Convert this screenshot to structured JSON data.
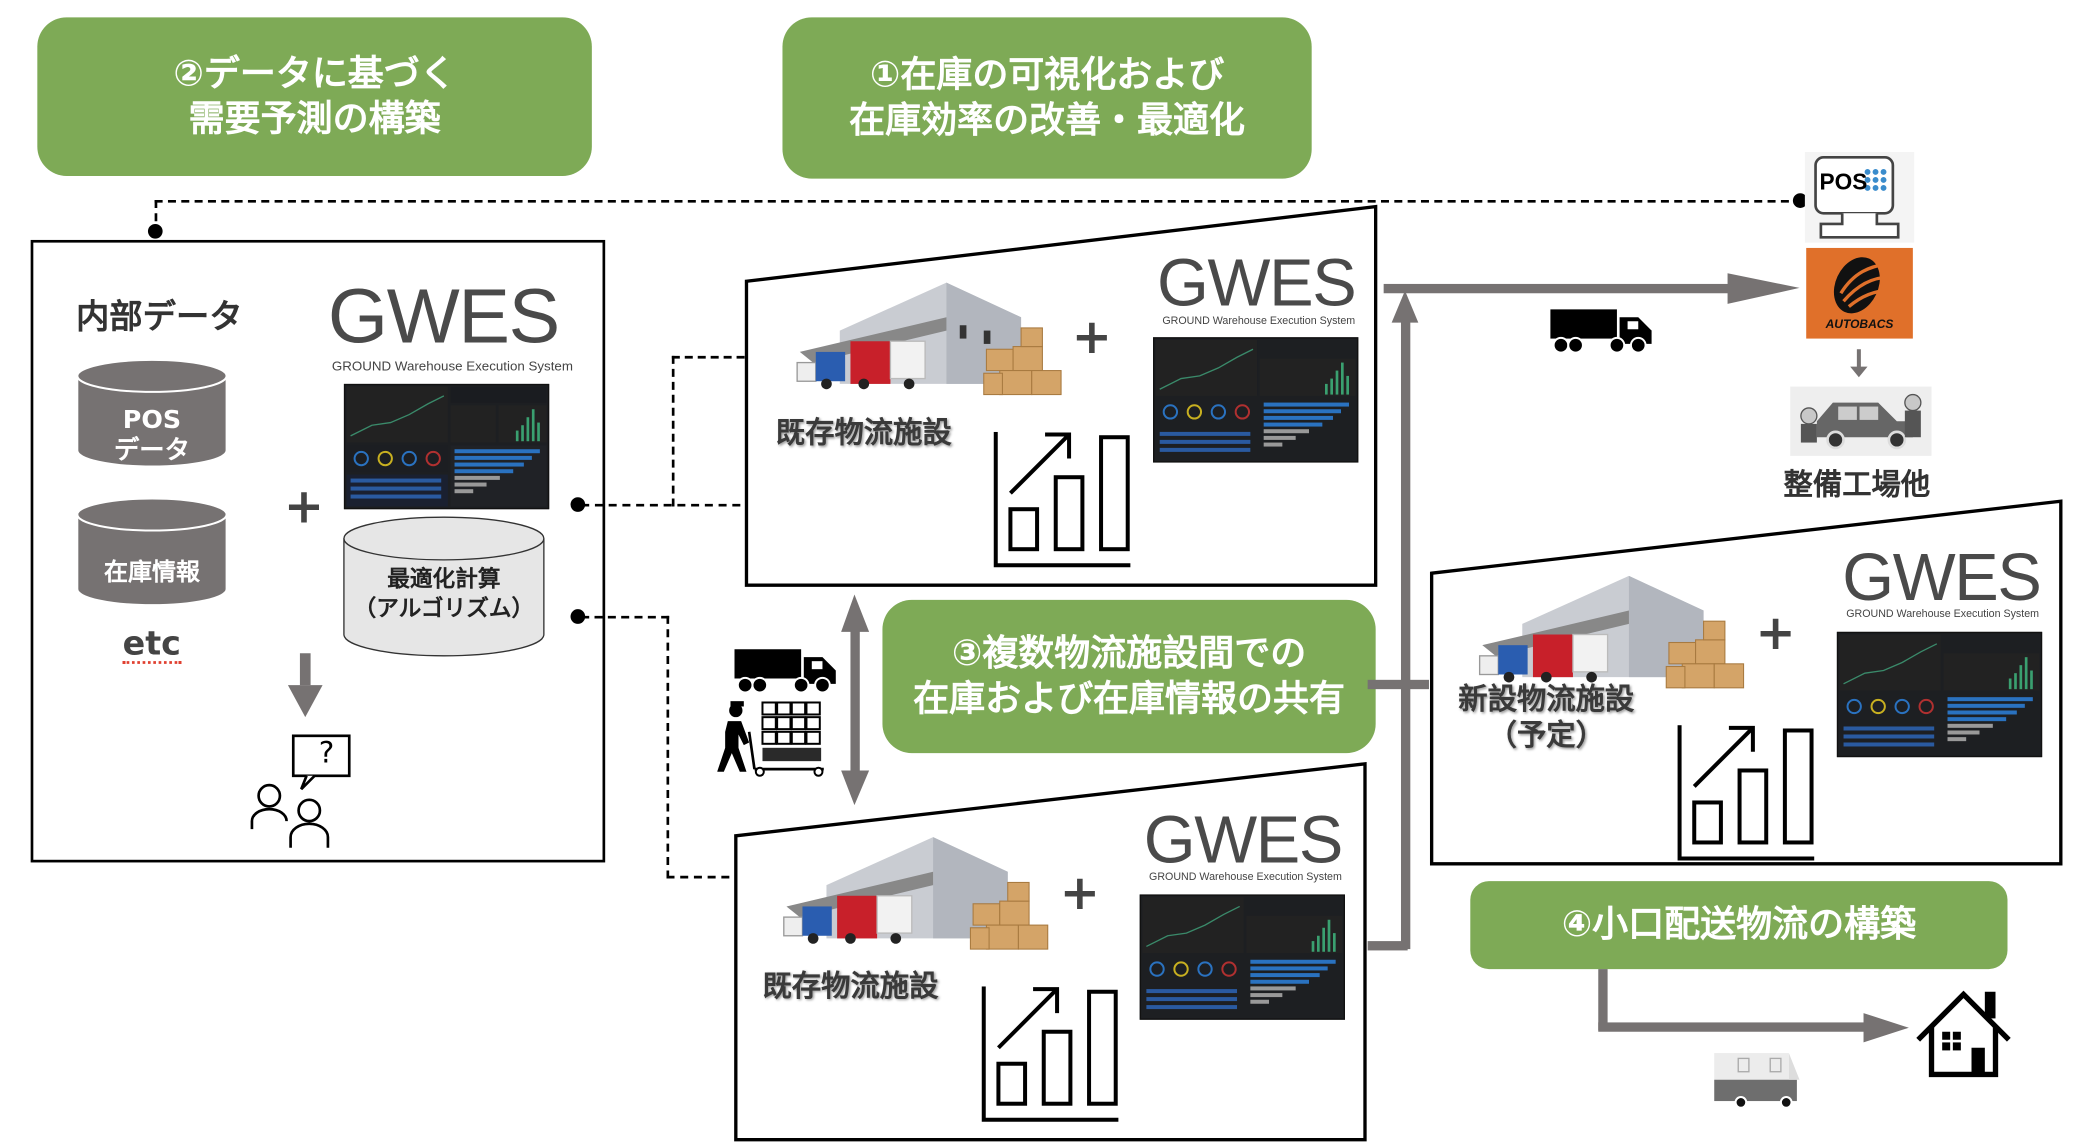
{
  "goals": {
    "goal1": {
      "line1": "①在庫の可視化および",
      "line2": "在庫効率の改善・最適化"
    },
    "goal2": {
      "line1": "②データに基づく",
      "line2": "需要予測の構築"
    },
    "goal3": {
      "line1": "③複数物流施設間での",
      "line2": "在庫および在庫情報の共有"
    },
    "goal4": {
      "line1": "④小口配送物流の構築"
    }
  },
  "data_panel": {
    "internal_data_title": "内部データ",
    "cylinders": [
      {
        "line1": "POS",
        "line2": "データ"
      },
      {
        "line1": "在庫情報",
        "line2": ""
      }
    ],
    "etc_label": "etc",
    "plus": "+",
    "gwes": {
      "logo": "GWES",
      "subtitle": "GROUND Warehouse Execution System"
    },
    "algorithm": {
      "line1": "最適化計算",
      "line2": "（アルゴリズム）"
    }
  },
  "facilities": [
    {
      "name": "既存物流施設",
      "name2": "",
      "plus": "+",
      "gwes_logo": "GWES",
      "gwes_subtitle": "GROUND Warehouse Execution System"
    },
    {
      "name": "既存物流施設",
      "name2": "",
      "plus": "+",
      "gwes_logo": "GWES",
      "gwes_subtitle": "GROUND Warehouse Execution System"
    },
    {
      "name": "新設物流施設",
      "name2": "（予定）",
      "plus": "+",
      "gwes_logo": "GWES",
      "gwes_subtitle": "GROUND Warehouse Execution System"
    }
  ],
  "destinations": {
    "pos_terminal": {
      "label": "POS"
    },
    "store_brand": {
      "label": "AUTOBACS",
      "color": "#e0702a"
    },
    "workshop_label": "整備工場他"
  },
  "help": {
    "question_mark": "?"
  },
  "colors": {
    "accent_green": "#7eaa56",
    "arrow_gray": "#767272",
    "text_dark": "#3a3a3a"
  }
}
